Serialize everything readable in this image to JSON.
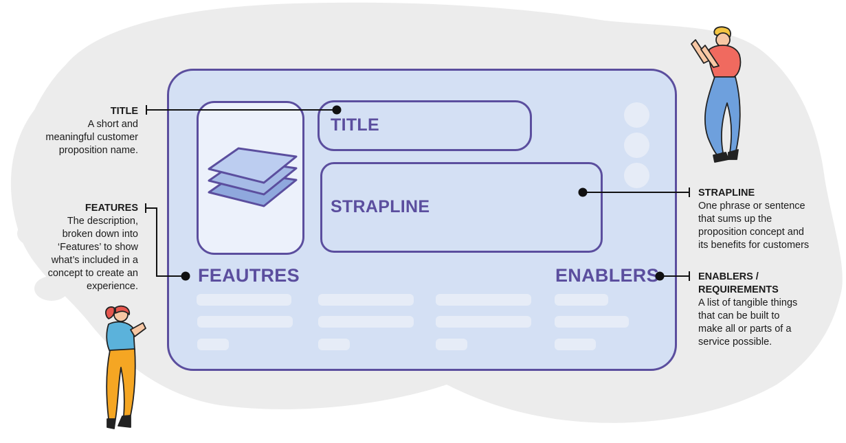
{
  "card": {
    "title_label": "TITLE",
    "strapline_label": "STRAPLINE",
    "features_label": "FEAUTRES",
    "enablers_label": "ENABLERS"
  },
  "annotations": {
    "title": {
      "heading": "TITLE",
      "lines": [
        "A short and",
        "meaningful customer",
        "proposition name."
      ]
    },
    "features": {
      "heading": "FEATURES",
      "lines": [
        "The description,",
        "broken down into",
        "‘Features’ to show",
        "what’s included in a",
        "concept to create an",
        "experience."
      ]
    },
    "strapline": {
      "heading": "STRAPLINE",
      "lines": [
        "One phrase or sentence",
        "that sums up the",
        "proposition concept and",
        "its benefits for customers"
      ]
    },
    "enablers": {
      "heading_lines": [
        "ENABLERS /",
        "REQUIREMENTS"
      ],
      "lines": [
        "A list of tangible things",
        "that can be built to",
        "make all or parts of a",
        "service possible."
      ]
    }
  },
  "colors": {
    "accent": "#5b4e9e",
    "card_fill": "#d4e0f4",
    "blob": "#ececec",
    "layers_icon": "#8fa8dd"
  },
  "icons": [
    "layers-icon",
    "character-man-illustration",
    "character-woman-illustration"
  ]
}
